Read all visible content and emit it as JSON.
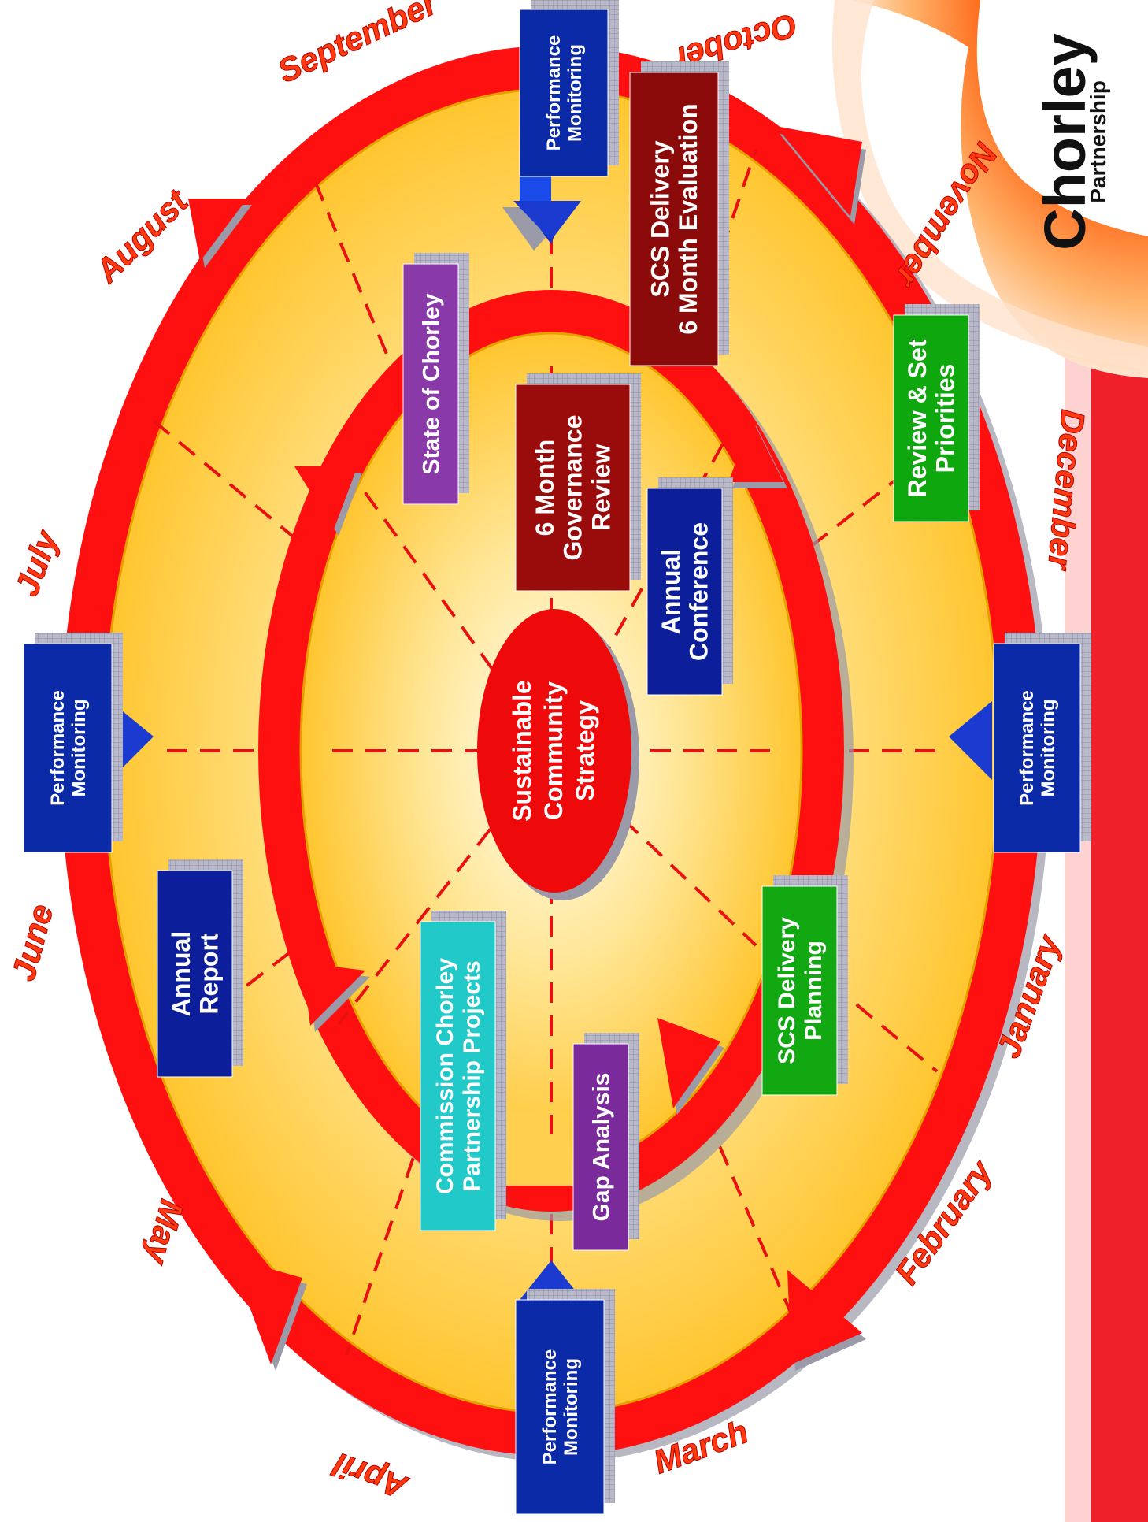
{
  "logo": {
    "name": "Chorley",
    "tagline": "Partnership"
  },
  "center": {
    "lines": [
      "Sustainable",
      "Community",
      "Strategy"
    ]
  },
  "months": {
    "september": "September",
    "october": "October",
    "november": "November",
    "december": "December",
    "january": "January",
    "february": "February",
    "march": "March",
    "april": "April",
    "may": "May",
    "june": "June",
    "july": "July",
    "august": "August"
  },
  "boxes": {
    "perf_top": {
      "lines": [
        "Performance",
        "Monitoring"
      ],
      "color": "#0a2aa8"
    },
    "perf_right": {
      "lines": [
        "Performance",
        "Monitoring"
      ],
      "color": "#0a2aa8"
    },
    "perf_bottom": {
      "lines": [
        "Performance",
        "Monitoring"
      ],
      "color": "#0a2aa8"
    },
    "perf_left": {
      "lines": [
        "Performance",
        "Monitoring"
      ],
      "color": "#0a2aa8"
    },
    "scs_evaluation": {
      "lines": [
        "SCS Delivery",
        "6 Month Evaluation"
      ],
      "color": "#8b0a0a"
    },
    "review_priorities": {
      "lines": [
        "Review & Set",
        "Priorities"
      ],
      "color": "#0ea80e"
    },
    "state_of_chorley": {
      "lines": [
        "State of Chorley"
      ],
      "color": "#8a3aa8"
    },
    "governance_review": {
      "lines": [
        "6 Month",
        "Governance",
        "Review"
      ],
      "color": "#9a0c0c"
    },
    "annual_conference": {
      "lines": [
        "Annual",
        "Conference"
      ],
      "color": "#0c1e9a"
    },
    "scs_planning": {
      "lines": [
        "SCS Delivery",
        "Planning"
      ],
      "color": "#12a812"
    },
    "gap_analysis": {
      "lines": [
        "Gap Analysis"
      ],
      "color": "#7a2a9a"
    },
    "commission_projects": {
      "lines": [
        "Commission Chorley",
        "Partnership Projects"
      ],
      "color": "#22c9c9"
    },
    "annual_report": {
      "lines": [
        "Annual",
        "Report"
      ],
      "color": "#0c1e9a"
    }
  },
  "colors": {
    "ring": "#ff1010",
    "fill_outer": "#ffc21a",
    "fill_inner": "#fffbe8",
    "dashed": "#e81010",
    "side_bar": "#f0202a"
  }
}
